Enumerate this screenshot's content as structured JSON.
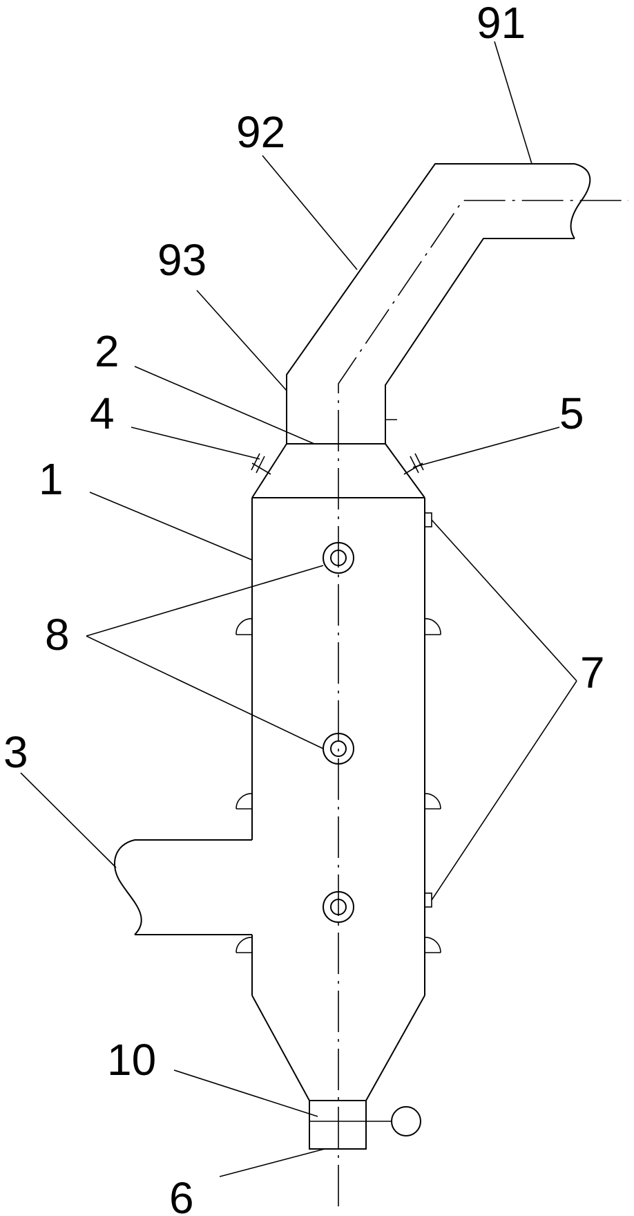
{
  "labels": {
    "l91": "91",
    "l92": "92",
    "l93": "93",
    "l2": "2",
    "l4": "4",
    "l5": "5",
    "l1": "1",
    "l8": "8",
    "l7": "7",
    "l3": "3",
    "l10": "10",
    "l6": "6"
  }
}
